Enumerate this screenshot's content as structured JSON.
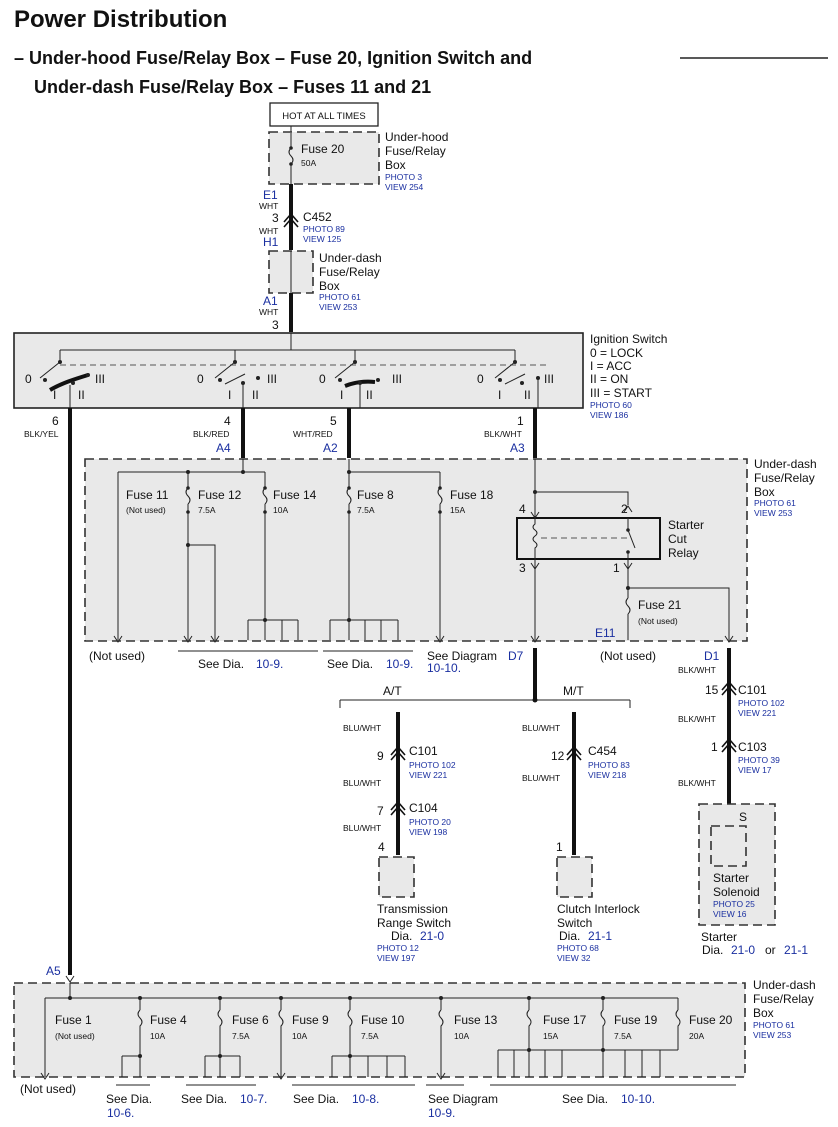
{
  "title": "Power Distribution",
  "subtitle_line1": "– Under-hood Fuse/Relay Box – Fuse 20, Ignition Switch and",
  "subtitle_line2": "Under-dash Fuse/Relay Box – Fuses 11 and 21",
  "hot_at_all_times": "HOT AT ALL TIMES",
  "underhood_box": {
    "fuse_label": "Fuse 20",
    "fuse_rating": "50A",
    "name_line1": "Under-hood",
    "name_line2": "Fuse/Relay",
    "name_line3": "Box",
    "photo": "PHOTO 3",
    "view": "VIEW 254"
  },
  "top_wire": {
    "e1": "E1",
    "wht1": "WHT",
    "pin3a": "3",
    "c452": "C452",
    "c452_photo": "PHOTO 89",
    "c452_view": "VIEW 125",
    "wht2": "WHT",
    "h1": "H1",
    "a1": "A1",
    "wht3": "WHT",
    "pin3b": "3"
  },
  "underdash_top": {
    "name_line1": "Under-dash",
    "name_line2": "Fuse/Relay",
    "name_line3": "Box",
    "photo": "PHOTO 61",
    "view": "VIEW 253"
  },
  "ignition": {
    "name": "Ignition Switch",
    "legend": [
      "0  = LOCK",
      "I   = ACC",
      "II  = ON",
      "III = START"
    ],
    "photo": "PHOTO 60",
    "view": "VIEW 186",
    "pos0": "0",
    "posI": "I",
    "posII": "II",
    "posIII": "III",
    "out6_pin": "6",
    "out6_wire": "BLK/YEL",
    "out4_pin": "4",
    "out4_wire": "BLK/RED",
    "out4_term": "A4",
    "out5_pin": "5",
    "out5_wire": "WHT/RED",
    "out5_term": "A2",
    "out1_pin": "1",
    "out1_wire": "BLK/WHT",
    "out1_term": "A3"
  },
  "underdash_mid": {
    "name_line1": "Under-dash",
    "name_line2": "Fuse/Relay",
    "name_line3": "Box",
    "photo": "PHOTO 61",
    "view": "VIEW 253",
    "fuse11": "Fuse 11",
    "fuse11_note": "(Not used)",
    "fuse12": "Fuse 12",
    "fuse12_rating": "7.5A",
    "fuse14": "Fuse 14",
    "fuse14_rating": "10A",
    "fuse8": "Fuse 8",
    "fuse8_rating": "7.5A",
    "fuse18": "Fuse 18",
    "fuse18_rating": "15A",
    "relay_name1": "Starter",
    "relay_name2": "Cut",
    "relay_name3": "Relay",
    "relay_pin4": "4",
    "relay_pin2": "2",
    "relay_pin3": "3",
    "relay_pin1": "1",
    "fuse21": "Fuse 21",
    "fuse21_note": "(Not used)",
    "e11": "E11",
    "d1": "D1"
  },
  "mid_refs": {
    "not_used_left": "(Not used)",
    "see_dia_a": "See Dia.",
    "see_dia_a_ref": "10-9.",
    "see_dia_b": "See Dia.",
    "see_dia_b_ref": "10-9.",
    "see_diagram": "See Diagram",
    "see_diagram_ref1": "D7",
    "see_diagram_ref2": "10-10.",
    "not_used_right": "(Not used)"
  },
  "branch": {
    "at": "A/T",
    "mt": "M/T",
    "at_wire1": "BLU/WHT",
    "at_pin9": "9",
    "c101": "C101",
    "c101_photo": "PHOTO 102",
    "c101_view": "VIEW 221",
    "at_wire2": "BLU/WHT",
    "at_pin7": "7",
    "c104": "C104",
    "c104_photo": "PHOTO 20",
    "c104_view": "VIEW 198",
    "at_wire3": "BLU/WHT",
    "at_pin4": "4",
    "trs1": "Transmission",
    "trs2": "Range Switch",
    "trs_dia": "Dia.",
    "trs_dia_ref": "21-0",
    "trs_photo": "PHOTO 12",
    "trs_view": "VIEW 197",
    "mt_wire1": "BLU/WHT",
    "mt_pin12": "12",
    "c454": "C454",
    "c454_photo": "PHOTO 83",
    "c454_view": "VIEW 218",
    "mt_wire2": "BLU/WHT",
    "mt_pin1": "1",
    "cis1": "Clutch Interlock",
    "cis2": "Switch",
    "cis_dia": "Dia.",
    "cis_dia_ref": "21-1",
    "cis_photo": "PHOTO 68",
    "cis_view": "VIEW 32"
  },
  "starter": {
    "wire1": "BLK/WHT",
    "pin15": "15",
    "c101": "C101",
    "c101_photo": "PHOTO 102",
    "c101_view": "VIEW 221",
    "wire2": "BLK/WHT",
    "pin1": "1",
    "c103": "C103",
    "c103_photo": "PHOTO 39",
    "c103_view": "VIEW 17",
    "wire3": "BLK/WHT",
    "term": "S",
    "name1": "Starter",
    "name2": "Solenoid",
    "photo": "PHOTO 25",
    "view": "VIEW 16",
    "starter": "Starter",
    "dia": "Dia.",
    "dia_ref1": "21-0",
    "or": "or",
    "dia_ref2": "21-1"
  },
  "underdash_bottom": {
    "a5": "A5",
    "name_line1": "Under-dash",
    "name_line2": "Fuse/Relay",
    "name_line3": "Box",
    "photo": "PHOTO 61",
    "view": "VIEW 253",
    "fuses": [
      {
        "name": "Fuse 1",
        "rating": "(Not used)"
      },
      {
        "name": "Fuse 4",
        "rating": "10A"
      },
      {
        "name": "Fuse 6",
        "rating": "7.5A"
      },
      {
        "name": "Fuse 9",
        "rating": "10A"
      },
      {
        "name": "Fuse 10",
        "rating": "7.5A"
      },
      {
        "name": "Fuse 13",
        "rating": "10A"
      },
      {
        "name": "Fuse 17",
        "rating": "15A"
      },
      {
        "name": "Fuse 19",
        "rating": "7.5A"
      },
      {
        "name": "Fuse 20",
        "rating": "20A"
      }
    ]
  },
  "bottom_refs": {
    "not_used": "(Not used)",
    "r1": "See Dia.",
    "r1_ref": "10-6.",
    "r2": "See Dia.",
    "r2_ref": "10-7.",
    "r3": "See Dia.",
    "r3_ref": "10-8.",
    "r4": "See Diagram",
    "r4_ref": "10-9.",
    "r5": "See Dia.",
    "r5_ref": "10-10."
  }
}
